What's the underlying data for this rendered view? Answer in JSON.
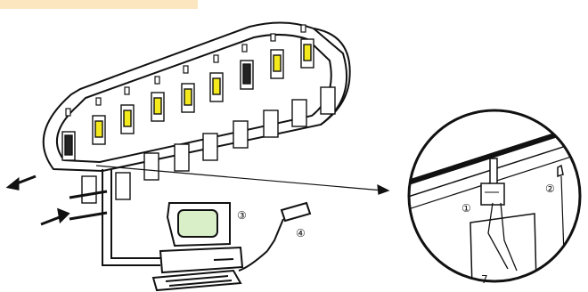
{
  "colors": {
    "header_band": "#fbe6bf",
    "stroke": "#111111",
    "tag_yellow": "#f4e91c",
    "screen_green": "#d8efc8",
    "background": "#ffffff"
  },
  "carrier_count": 9,
  "callouts": [
    {
      "id": "detail-callout-1",
      "label": "①"
    },
    {
      "id": "detail-callout-2",
      "label": "②"
    },
    {
      "id": "pc-callout-3",
      "label": "③"
    },
    {
      "id": "scanner-callout-4",
      "label": "④"
    }
  ],
  "cabinet_label": "7"
}
